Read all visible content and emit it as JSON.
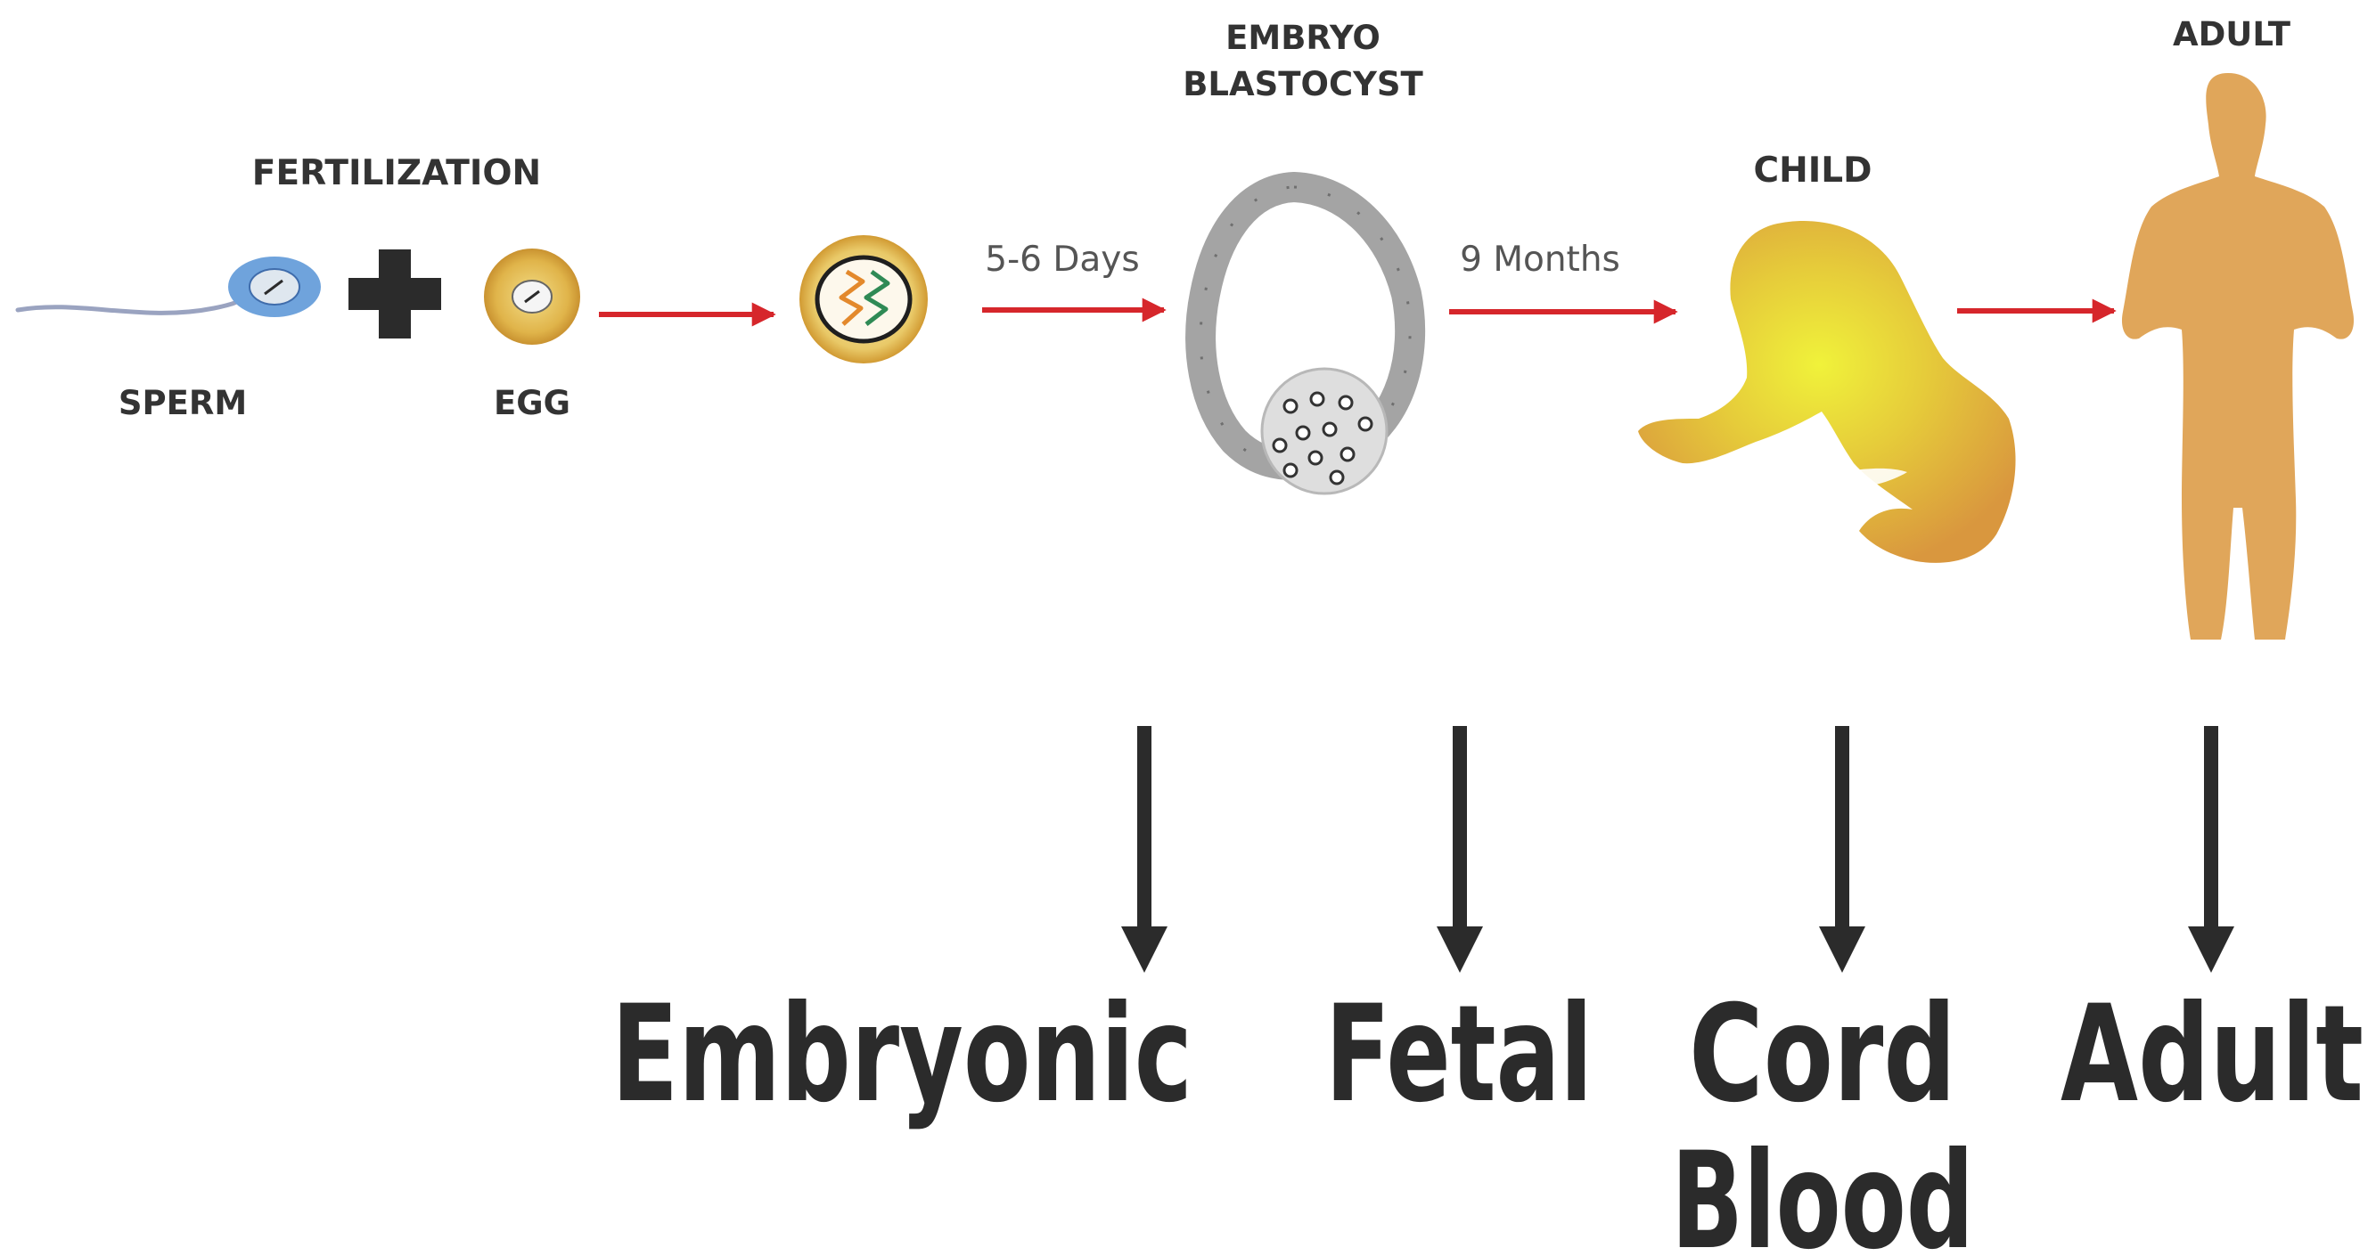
{
  "stages": {
    "fertilization": "FERTILIZATION",
    "sperm": "SPERM",
    "egg": "EGG",
    "embryo_line1": "EMBRYO",
    "embryo_line2": "BLASTOCYST",
    "child": "CHILD",
    "adult": "ADULT"
  },
  "durations": {
    "to_blastocyst": "5-6 Days",
    "to_child": "9 Months"
  },
  "stem_cell_types": {
    "embryonic": "Embryonic",
    "fetal": "Fetal",
    "cord_line1": "Cord",
    "cord_line2": "Blood",
    "adult": "Adult"
  },
  "colors": {
    "arrow_red": "#d6262b",
    "flow_arrow": "#2b2b2b",
    "figure_orange": "#e0a65a",
    "egg_gold": "#dba53a",
    "cell_grey": "#9b9b9b"
  },
  "icons": [
    "sperm-icon",
    "plus-icon",
    "egg-icon",
    "zygote-icon",
    "blastocyst-icon",
    "child-icon",
    "adult-icon"
  ]
}
